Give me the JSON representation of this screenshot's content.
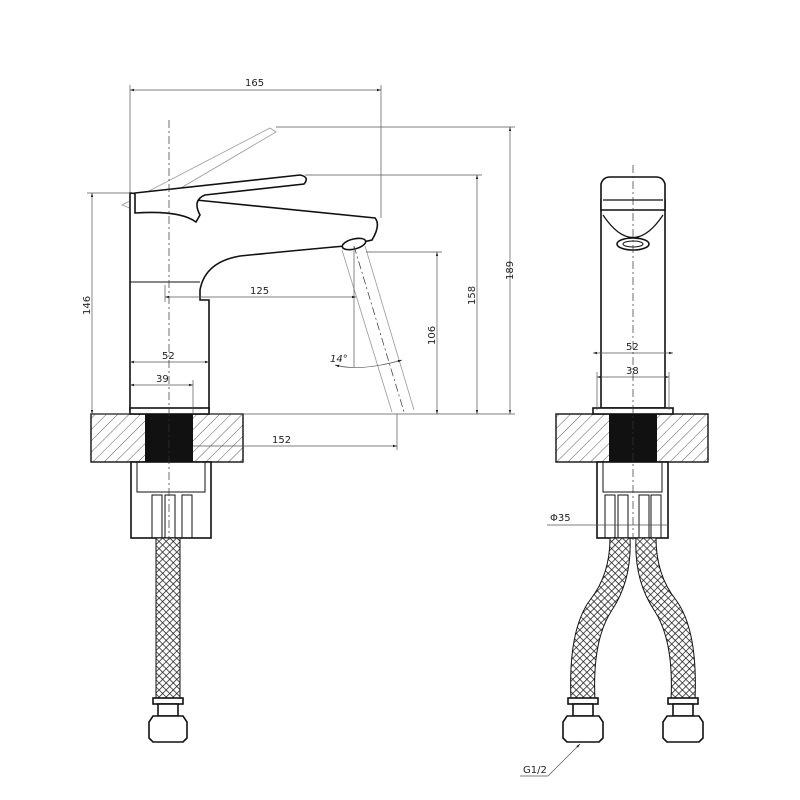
{
  "title": "Basin mixer dimension drawing",
  "side_view": {
    "width_total": "165",
    "height_total": "189",
    "body_height": "146",
    "lever_height": "158",
    "spout_reach": "125",
    "spout_clearance": "106",
    "spout_angle": "14°",
    "body_width": "52",
    "base_width": "39",
    "water_reach": "152"
  },
  "front_view": {
    "body_width": "52",
    "base_width": "38",
    "fitting_diameter": "Φ35",
    "hose_thread": "G1/2"
  }
}
